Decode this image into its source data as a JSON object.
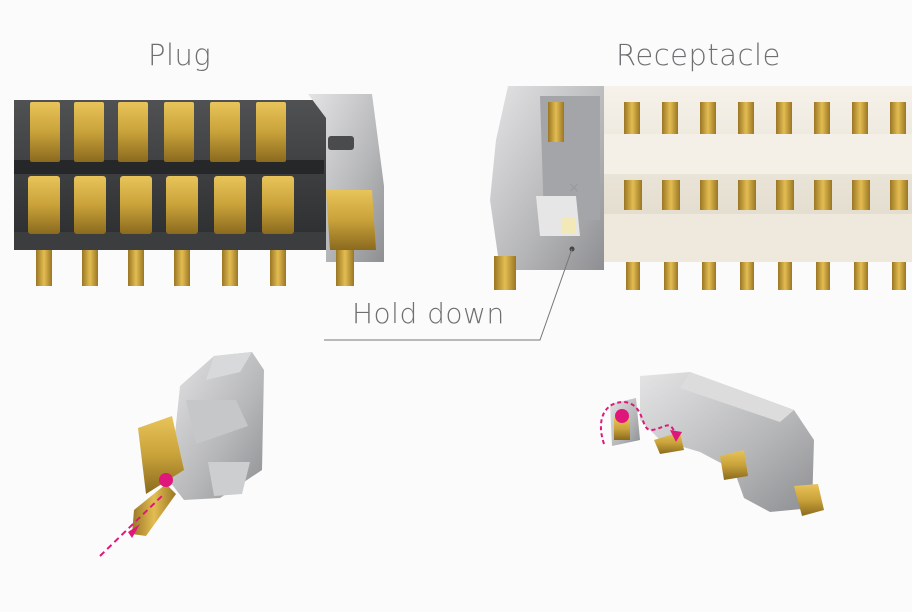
{
  "labels": {
    "plug": "Plug",
    "receptacle": "Receptacle",
    "hold_down": "Hold down"
  },
  "colors": {
    "gold": "#c9a23a",
    "gold_dark": "#8a6a1e",
    "body_dark": "#3a3b3c",
    "silver": "#b9babb",
    "ivory": "#ece6d8",
    "magenta": "#e0177b",
    "text": "#6f6f72"
  },
  "icons": [
    "plug-connector-illustration",
    "receptacle-connector-illustration",
    "plug-hold-down-detail",
    "receptacle-hold-down-detail",
    "insertion-arrow-icon",
    "spring-path-arrow-icon"
  ]
}
